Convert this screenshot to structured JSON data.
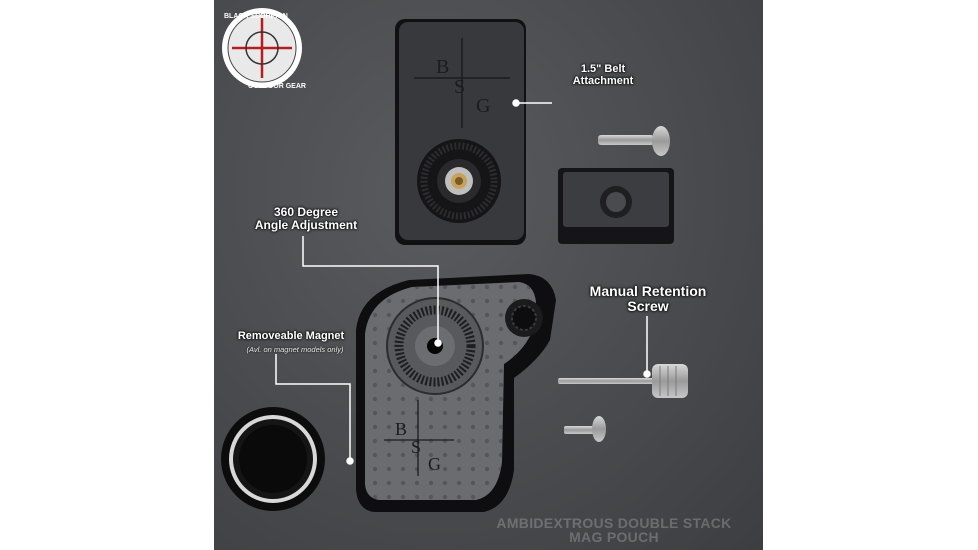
{
  "logo": {
    "brand_text": "BLACK SCORPION",
    "sub_text": "OUTDOOR GEAR"
  },
  "engraving": {
    "letters": [
      "B",
      "S",
      "G"
    ]
  },
  "labels": {
    "belt_attachment": "1.5\" Belt\nAttachment",
    "angle_adjustment": "360 Degree\nAngle Adjustment",
    "removeable_magnet": "Removeable Magnet",
    "magnet_note": "(Avl. on magnet models only)",
    "retention_screw": "Manual Retention\nScrew"
  },
  "watermark": {
    "line1": "AMBIDEXTROUS DOUBLE STACK",
    "line2": "MAG POUCH"
  },
  "colors": {
    "background": "#4a4b4e",
    "part": "#1a1a1c",
    "plate": "#3a3b3e",
    "leader": "#ffffff"
  }
}
